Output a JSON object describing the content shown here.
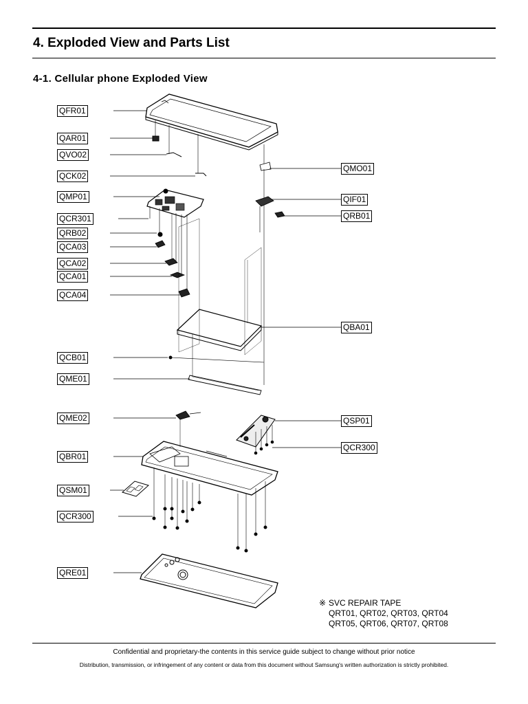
{
  "page": {
    "section_title": "4. Exploded View and Parts List",
    "subsection_title": "4-1. Cellular phone Exploded View"
  },
  "parts_labels": {
    "left": [
      "QFR01",
      "QAR01",
      "QVO02",
      "QCK02",
      "QMP01",
      "QCR301",
      "QRB02",
      "QCA03",
      "QCA02",
      "QCA01",
      "QCA04",
      "QCB01",
      "QME01",
      "QME02",
      "QBR01",
      "QSM01",
      "QCR300",
      "QRE01"
    ],
    "right": [
      "QMO01",
      "QIF01",
      "QRB01",
      "QBA01",
      "QSP01",
      "QCR300"
    ]
  },
  "note": {
    "symbol": "※",
    "title": "SVC REPAIR TAPE",
    "line1": "QRT01, QRT02, QRT03, QRT04",
    "line2": "QRT05, QRT06, QRT07, QRT08"
  },
  "footer": {
    "line1": "Confidential and proprietary-the contents in this service guide subject to change without prior notice",
    "line2": "Distribution, transmission, or infringement of any content or data from this document without Samsung's written authorization is strictly prohibited."
  }
}
